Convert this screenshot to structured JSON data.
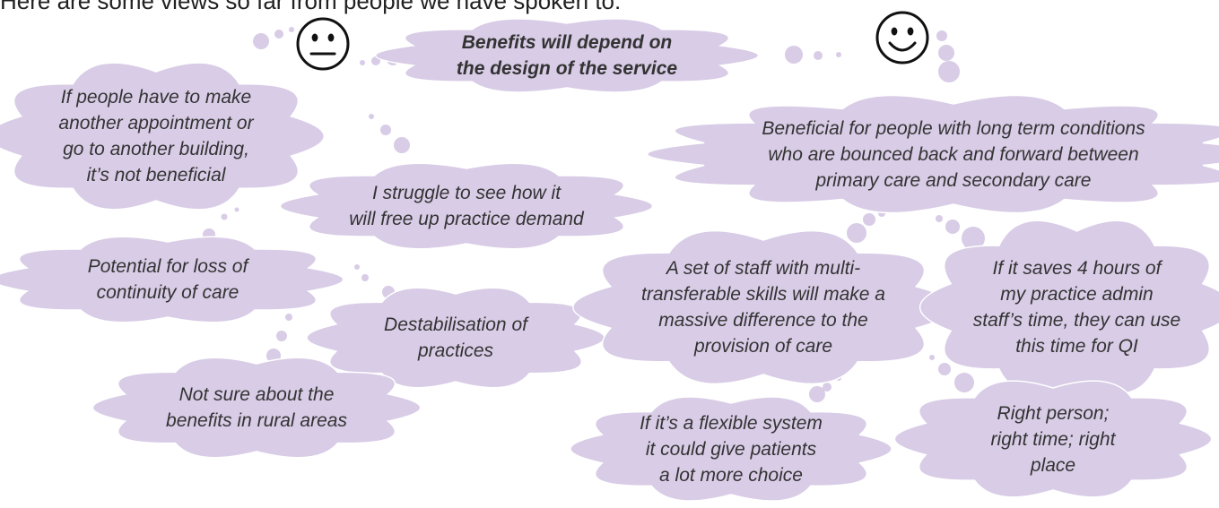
{
  "header": {
    "text": "Here are some views so far from people we have spoken to:"
  },
  "colors": {
    "cloud": "#d8cce6",
    "cloud_edge": "#ffffff",
    "text": "#333333",
    "face": "#111111"
  },
  "faces": [
    {
      "id": "neutral-face",
      "expression": "neutral"
    },
    {
      "id": "smiley-face",
      "expression": "smile"
    }
  ],
  "clouds": [
    {
      "id": "benefits-design",
      "text": "Benefits will depend on\nthe design of the service",
      "bold": true
    },
    {
      "id": "appointment",
      "text": "If people have to make\nanother appointment or\ngo to another building,\nit’s not beneficial"
    },
    {
      "id": "long-term",
      "text": "Beneficial for people with long term conditions\nwho are bounced back and forward between\nprimary care and secondary care"
    },
    {
      "id": "practice-demand",
      "text": "I struggle to see how it\nwill free up practice demand"
    },
    {
      "id": "continuity",
      "text": "Potential for loss of\ncontinuity of care"
    },
    {
      "id": "destabilisation",
      "text": "Destabilisation of\npractices"
    },
    {
      "id": "rural",
      "text": "Not sure about the\nbenefits in rural areas"
    },
    {
      "id": "multi-skills",
      "text": "A set of staff with multi-\ntransferable skills will make a\nmassive difference to the\nprovision of care"
    },
    {
      "id": "admin-time",
      "text": "If it saves 4 hours of\nmy practice admin\nstaff’s time, they can use\nthis time for QI"
    },
    {
      "id": "flexible",
      "text": "If it’s a flexible system\nit could give patients\na lot more choice"
    },
    {
      "id": "right-person",
      "text": "Right person;\nright time; right\nplace"
    }
  ]
}
